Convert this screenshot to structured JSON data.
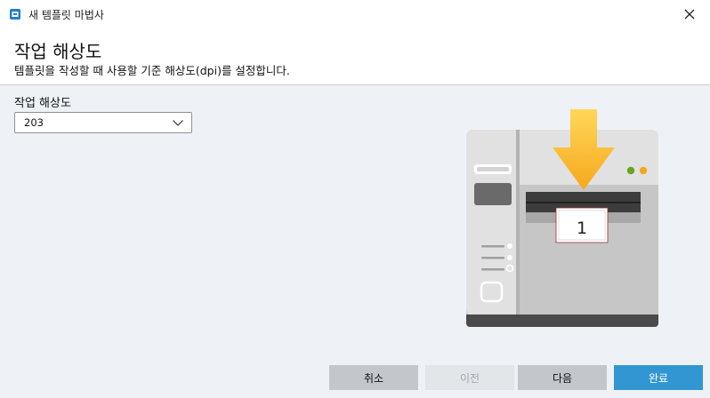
{
  "window": {
    "title": "새 템플릿 마법사",
    "icon": "app-icon",
    "close_icon": "close-icon"
  },
  "header": {
    "title": "작업 해상도",
    "subtitle": "템플릿을 작성할 때 사용할 기준 해상도(dpi)를 설정합니다."
  },
  "form": {
    "resolution_label": "작업 해상도",
    "resolution_value": "203"
  },
  "illustration": {
    "label_number": "1",
    "arrow_color": "#f5a81c",
    "led_colors": [
      "#6aa321",
      "#f5a81c"
    ]
  },
  "buttons": {
    "cancel": "취소",
    "previous": "이전",
    "next": "다음",
    "finish": "완료"
  },
  "colors": {
    "accent": "#3196d1"
  }
}
